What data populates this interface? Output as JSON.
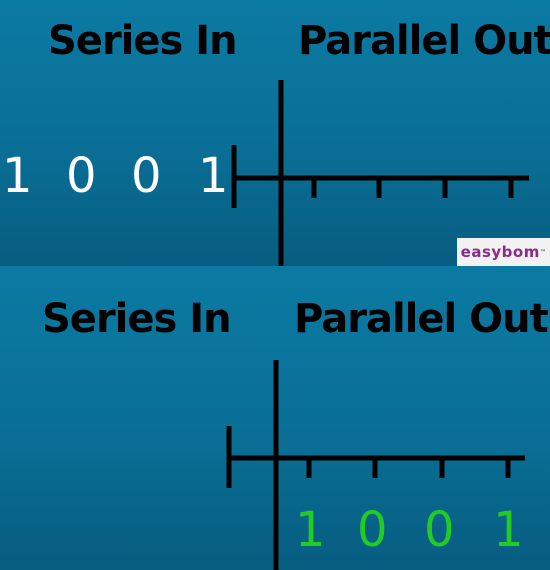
{
  "top_panel": {
    "heading_left": "Series In",
    "heading_right": "Parallel Out",
    "input_bits": [
      "1",
      "0",
      "0",
      "1"
    ]
  },
  "bottom_panel": {
    "heading_left": "Series In",
    "heading_right": "Parallel Out",
    "output_bits": [
      "1",
      "0",
      "0",
      "1"
    ]
  },
  "logo": {
    "brand": "easybom",
    "trademark": "™"
  },
  "colors": {
    "background": "#0a6f96",
    "wire": "#000000",
    "input_bit": "#ffffff",
    "output_bit": "#22cc22",
    "logo_text": "#8a2a8a"
  }
}
